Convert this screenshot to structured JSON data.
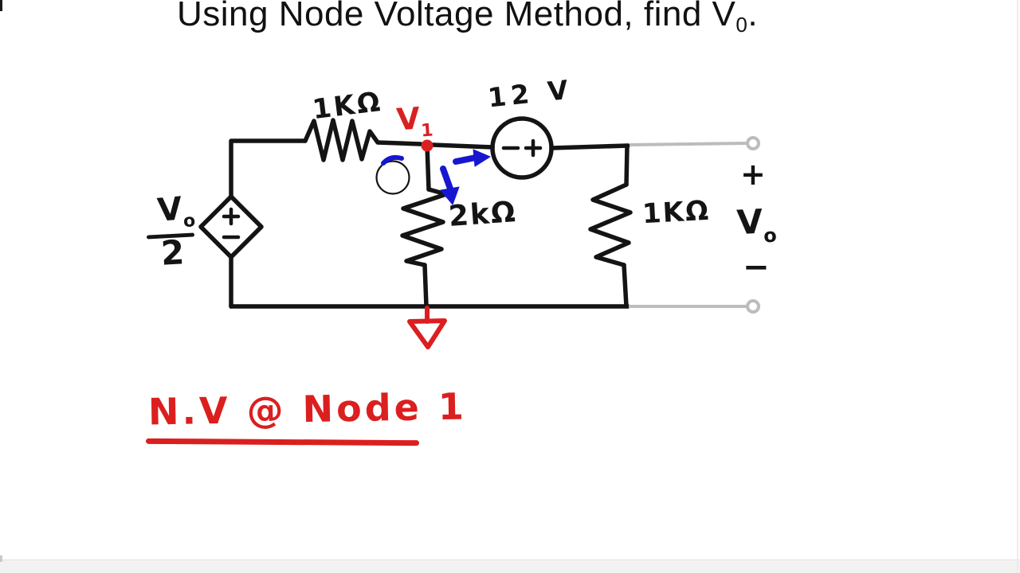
{
  "title": {
    "main": "Using Node Voltage Method, find V",
    "subscript": "0",
    "period": "."
  },
  "circuit": {
    "resistor_top_label": "1KΩ",
    "source_12v_label": "12 V",
    "source_12v_minus": "−",
    "source_12v_plus": "+",
    "node_v1_label": "V",
    "node_v1_subscript": "1",
    "resistor_mid_label": "2kΩ",
    "resistor_right_label": "1KΩ",
    "output_plus": "+",
    "output_v": "V",
    "output_v_subscript": "o",
    "output_minus": "−",
    "dependent_source_numerator": "V",
    "dependent_source_numerator_subscript": "o",
    "dependent_source_denominator": "2",
    "dependent_source_plus": "+",
    "dependent_source_minus": "−"
  },
  "annotation": {
    "text": "N.V @ Node 1"
  },
  "colors": {
    "ink": "#141414",
    "red": "#db1f1f",
    "blue": "#1717cf",
    "gray_wire": "#bcbcbc",
    "bottom_strip": "#f2f2f2"
  }
}
